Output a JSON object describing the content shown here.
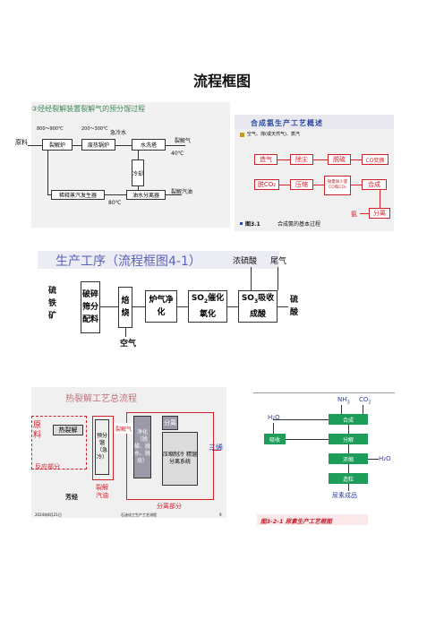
{
  "page_title": "流程框图",
  "panel1": {
    "heading": "③烃经裂解装置裂解气的预分馏过程",
    "feed": "原料",
    "temp1": "800～900℃",
    "temp2": "200～300℃",
    "quench_water": "急冷水",
    "gas_out": "裂解气",
    "gas_temp": "40℃",
    "box_furnace": "裂解炉",
    "box_boiler": "废热锅炉",
    "box_wash": "水洗塔",
    "box_cool": "冷却",
    "box_steam": "稀释蒸汽发生器",
    "box_sep": "油水分离器",
    "temp3": "80℃",
    "oil_out": "裂解汽油"
  },
  "panel2": {
    "heading": "合成氨生产工艺概述",
    "inputs": "空气、煤(或天然气)、蒸汽",
    "box_gas": "造气",
    "box_dust": "除尘",
    "box_desulf": "脱硫",
    "box_shift": "CO变换",
    "box_co2": "脱CO₂",
    "box_compress": "压缩",
    "box_trace": "微量除少量CO和CO₂",
    "box_synth": "合成",
    "ammonia": "氨",
    "box_separate": "分离",
    "caption_num": "图3.1",
    "caption": "合成氨的基本过程"
  },
  "panel3": {
    "heading": "生产工序（流程框图4-1）",
    "top_acid": "浓硫酸",
    "top_tail": "尾气",
    "input_ore": "硫铁矿",
    "box_crush": "破碎筛分配料",
    "box_roast": "焙烧",
    "box_purify": "炉气净化",
    "box_oxid_1": "SO",
    "box_oxid_sub": "2",
    "box_oxid_2": "催化氧化",
    "box_absorb_1": "SO",
    "box_absorb_sub": "3",
    "box_absorb_2": "吸收成酸",
    "output_acid": "硫酸",
    "air": "空气"
  },
  "panel4": {
    "heading": "热裂解工艺总流程",
    "feed": "原料",
    "box_pyrolysis": "热裂解",
    "reaction_part": "反应部分",
    "box_prefrac": "预分馏（急冷）",
    "aromatics": "芳烃",
    "pygas": "裂解汽油",
    "box_clean_label": "裂解气",
    "box_clean": "净化（脱酸、脱水、脱炔）",
    "box_sep": "分离",
    "box_sep_detail": "压缩制冷 精馏分离系统",
    "three_olefins": "三烯",
    "sep_part": "分离部分",
    "footer_left": "2024年8月21日",
    "footer_mid": "石油化工生产工艺流程",
    "footer_right": "9"
  },
  "panel5": {
    "nh3": "NH",
    "nh3_sub": "3",
    "co2": "CO",
    "co2_sub": "2",
    "h2o_left": "H₂O",
    "box_synth": "合成",
    "box_absorb": "吸收",
    "box_decomp": "分解",
    "box_evap": "浓缩",
    "h2o_right": "H₂O",
    "box_granule": "造粒",
    "product": "尿素成品",
    "caption": "图3-2-1  尿素生产工艺框图"
  }
}
